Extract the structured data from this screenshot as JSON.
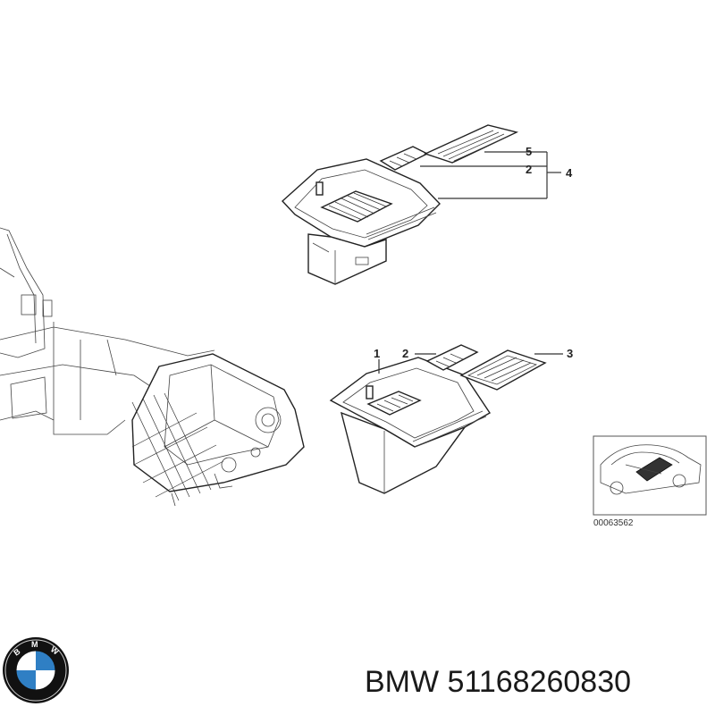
{
  "callouts": {
    "upper": [
      "5",
      "2",
      "4"
    ],
    "lower": [
      "1",
      "2",
      "3"
    ]
  },
  "ref_code": "00063562",
  "brand": "BMW",
  "part_number": "51168260830",
  "logo_letters": "BMW",
  "colors": {
    "line": "#222222",
    "logo_blue": "#2f7fc4",
    "logo_ring": "#111111"
  },
  "icons": [
    "bmw-logo-icon",
    "car-location-thumbnail-icon"
  ]
}
